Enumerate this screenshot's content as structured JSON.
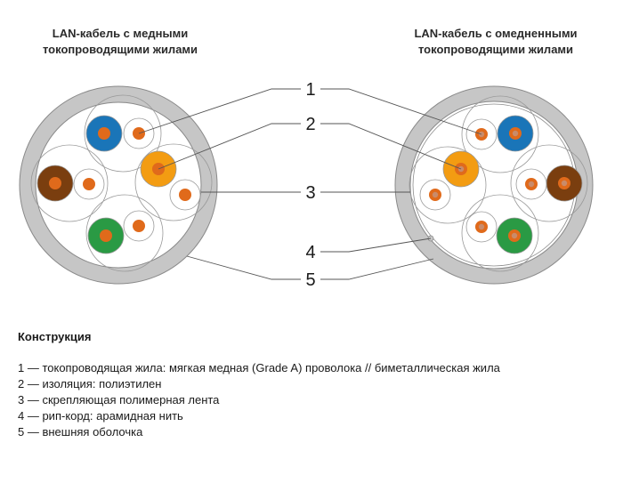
{
  "titles": {
    "left": [
      "LAN-кабель с медными",
      "токопроводящими жилами"
    ],
    "right": [
      "LAN-кабель с омедненными",
      "токопроводящими жилами"
    ]
  },
  "callouts": [
    "1",
    "2",
    "3",
    "4",
    "5"
  ],
  "legend": {
    "heading": "Конструкция",
    "items": [
      "1 — токопроводящая жила: мягкая медная (Grade A) проволока // биметаллическая жила",
      "2 — изоляция: полиэтилен",
      "3 — скрепляющая полимерная лента",
      "4 — рип-корд: арамидная нить",
      "5 — внешняя оболочка"
    ]
  },
  "colors": {
    "jacket": "#c6c6c6",
    "outline": "#8a8a8a",
    "blue": "#1a75b8",
    "orange": "#f39c12",
    "brown": "#7a3e0f",
    "green": "#2a9a44",
    "copper": "#e06a1b",
    "tinned_core": "#c98b6a"
  }
}
